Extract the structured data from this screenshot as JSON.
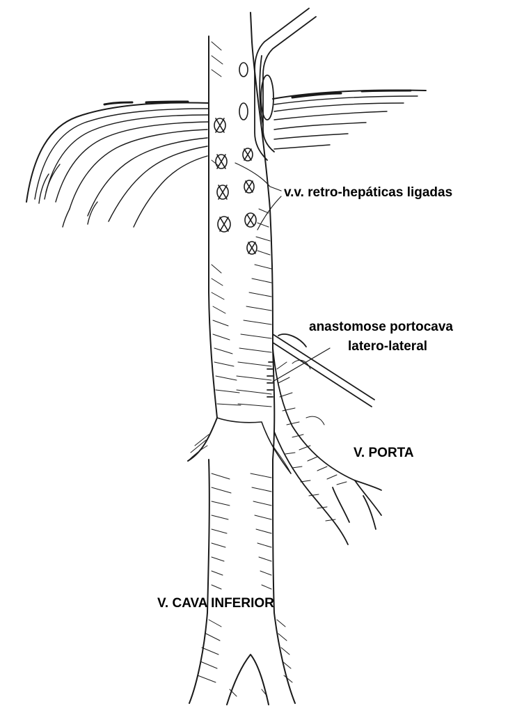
{
  "labels": {
    "retro": "v.v. retro-hepáticas  ligadas",
    "anastomose_line1": "anastomose  portocava",
    "anastomose_line2": "latero-lateral",
    "porta": "V.  PORTA",
    "cava": "V.  CAVA  INFERIOR"
  },
  "colors": {
    "ink": "#1a1a1a",
    "background": "#ffffff"
  }
}
